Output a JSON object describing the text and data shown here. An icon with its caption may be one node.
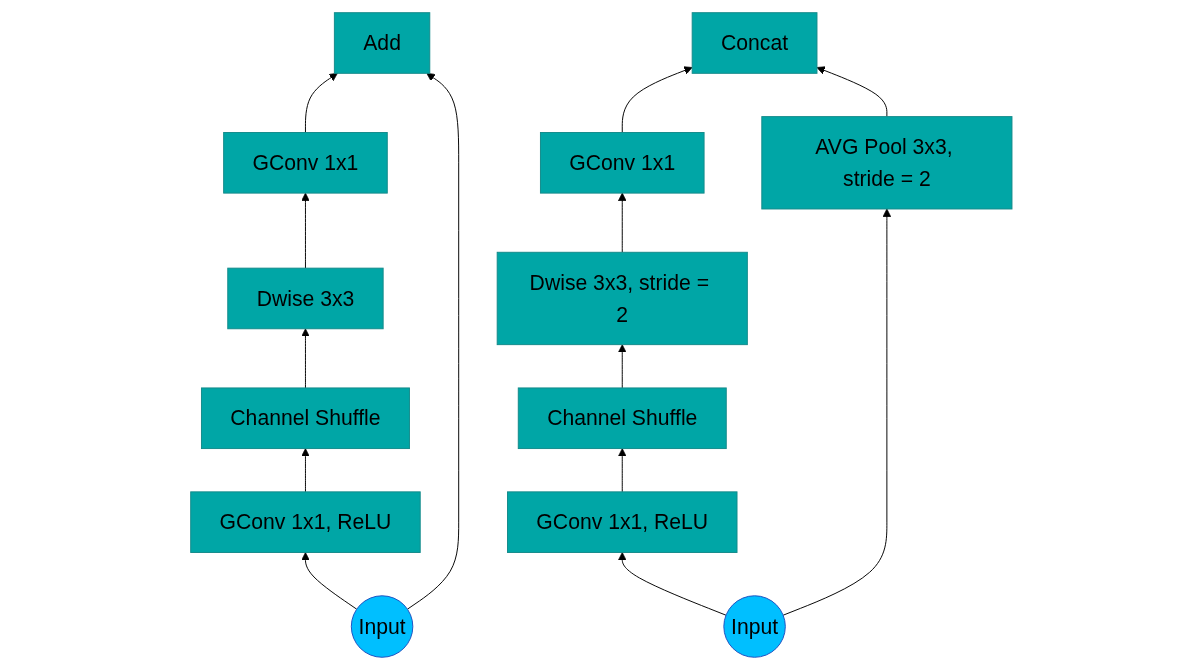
{
  "diagram": {
    "nodes": [
      {
        "text": [
          "Add"
        ]
      },
      {
        "text": [
          "GConv 1x1"
        ]
      },
      {
        "text": [
          "Dwise 3x3"
        ]
      },
      {
        "text": [
          "Channel Shuffle"
        ]
      },
      {
        "text": [
          "GConv 1x1, ReLU"
        ]
      },
      {
        "text": [
          "Input"
        ]
      },
      {
        "text": [
          "Concat"
        ]
      },
      {
        "text": [
          "GConv 1x1"
        ]
      },
      {
        "text": [
          "Dwise 3x3, stride = 2"
        ]
      },
      {
        "text": [
          "Channel Shuffle"
        ]
      },
      {
        "text": [
          "AVG Pool 3x3, stride = 2"
        ]
      },
      {
        "text": [
          "GConv 1x1, ReLU"
        ]
      },
      {
        "text": [
          "Input"
        ]
      }
    ],
    "edges": [
      {
        "from": 5,
        "to": 4,
        "arrow": "to"
      },
      {
        "from": 4,
        "to": 3,
        "arrow": "to"
      },
      {
        "from": 3,
        "to": 2,
        "arrow": "to"
      },
      {
        "from": 2,
        "to": 1,
        "arrow": "to"
      },
      {
        "from": 1,
        "to": 0,
        "arrow": "to"
      },
      {
        "from": 5,
        "to": 0,
        "arrow": "to"
      },
      {
        "from": 12,
        "to": 11,
        "arrow": "to"
      },
      {
        "from": 11,
        "to": 9,
        "arrow": "to"
      },
      {
        "from": 9,
        "to": 8,
        "arrow": "to"
      },
      {
        "from": 8,
        "to": 7,
        "arrow": "to"
      },
      {
        "from": 7,
        "to": 6,
        "arrow": "to"
      },
      {
        "from": 12,
        "to": 10,
        "arrow": "to"
      },
      {
        "from": 10,
        "to": 6,
        "arrow": "to"
      }
    ]
  }
}
